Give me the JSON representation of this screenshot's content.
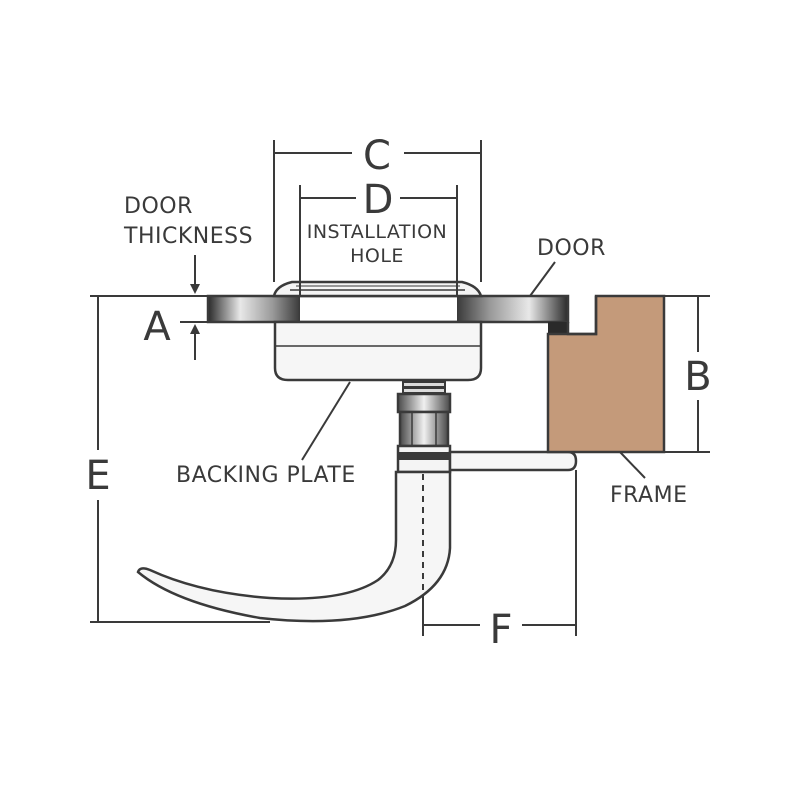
{
  "labels": {
    "door_thickness_line1": "DOOR",
    "door_thickness_line2": "THICKNESS",
    "installation_hole_line1": "INSTALLATION",
    "installation_hole_line2": "HOLE",
    "door": "DOOR",
    "backing_plate": "BACKING PLATE",
    "frame": "FRAME"
  },
  "dimensions": {
    "a": "A",
    "b": "B",
    "c": "C",
    "d": "D",
    "e": "E",
    "f": "F"
  },
  "colors": {
    "line": "#3a3a3a",
    "frame_fill": "#c49a7a",
    "metal_light": "#f4f4f4",
    "metal_dark": "#2a2a2a"
  }
}
